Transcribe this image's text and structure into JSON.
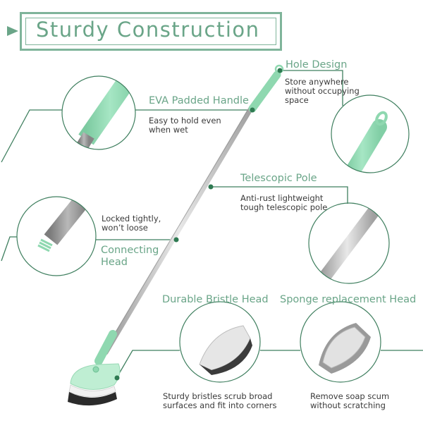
{
  "title": "Sturdy Construction",
  "colors": {
    "accent": "#6aa588",
    "line": "#3f7f5f",
    "handle_green": "#8fd8b0",
    "text_dark": "#3a3a3a"
  },
  "features": [
    {
      "id": "hole-design",
      "heading": "Hole Design",
      "desc_lines": [
        "Store anywhere",
        "without occupying",
        "space"
      ]
    },
    {
      "id": "eva-handle",
      "heading": "EVA Padded Handle",
      "desc_lines": [
        "Easy to hold even",
        "when wet"
      ]
    },
    {
      "id": "telescopic-pole",
      "heading": "Telescopic  Pole",
      "desc_lines": [
        "Anti-rust lightweight",
        "tough telescopic pole"
      ]
    },
    {
      "id": "connecting-head",
      "heading_lines": [
        "Connecting",
        "Head"
      ],
      "desc_lines": [
        "Locked tightly,",
        "won’t loose"
      ]
    },
    {
      "id": "bristle-head",
      "heading": "Durable Bristle Head",
      "desc_lines": [
        "Sturdy bristles scrub broad",
        "surfaces and fit into corners"
      ]
    },
    {
      "id": "sponge-head",
      "heading": "Sponge replacement Head",
      "desc_lines": [
        "Remove soap scum",
        "without scratching"
      ]
    }
  ]
}
